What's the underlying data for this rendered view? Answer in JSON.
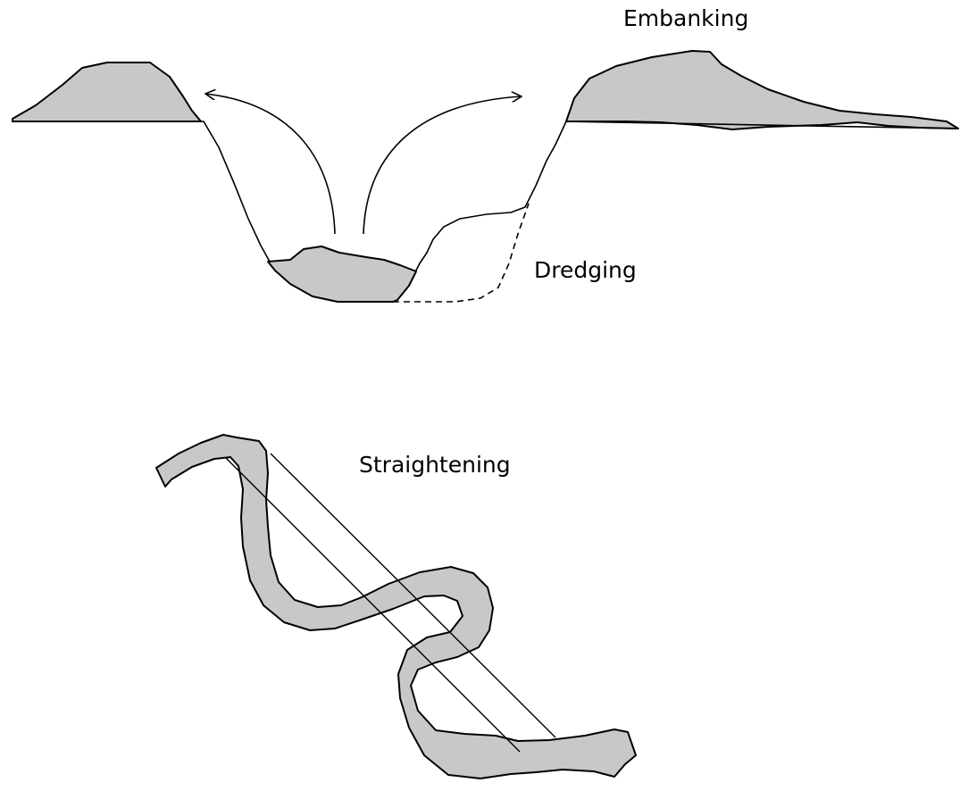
{
  "labels": {
    "embanking": "Embanking",
    "dredging": "Dredging",
    "straightening": "Straightening"
  },
  "colors": {
    "fill": "#c8c8c8",
    "stroke": "#000000",
    "background": "#ffffff"
  }
}
